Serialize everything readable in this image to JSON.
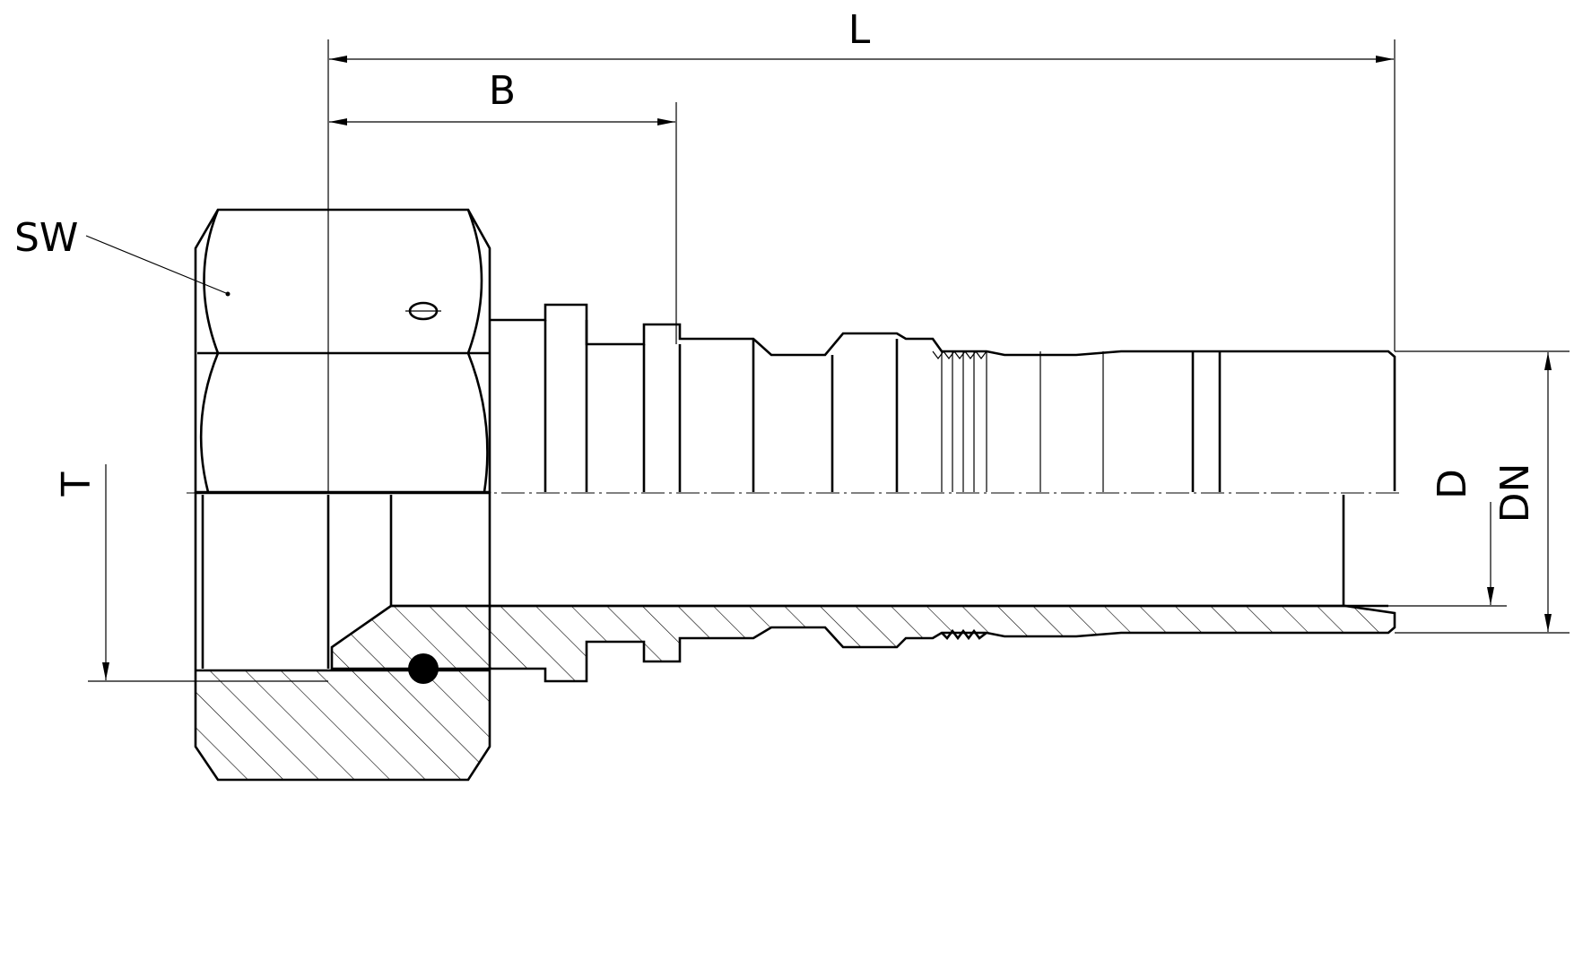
{
  "labels": {
    "L": "L",
    "B": "B",
    "SW": "SW",
    "T": "T",
    "D": "D",
    "DN": "DN"
  },
  "colors": {
    "line": "#000000",
    "background": "#ffffff"
  }
}
